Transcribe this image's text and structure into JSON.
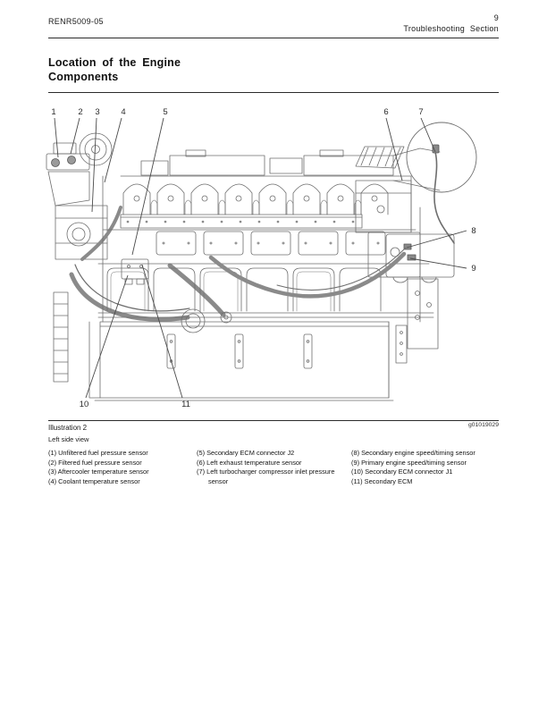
{
  "header": {
    "doc_number": "RENR5009-05",
    "page_number": "9",
    "section": "Troubleshooting Section"
  },
  "title": "Location of the Engine Components",
  "illustration": {
    "caption": "Illustration 2",
    "figure_id": "g01019029",
    "view_label": "Left side view",
    "callout_labels": [
      "1",
      "2",
      "3",
      "4",
      "5",
      "6",
      "7",
      "8",
      "9",
      "10",
      "11"
    ]
  },
  "legend": {
    "columns": [
      {
        "items": [
          "(1) Unfiltered fuel pressure sensor",
          "(2) Filtered fuel pressure sensor",
          "(3) Aftercooler temperature sensor",
          "(4) Coolant temperature sensor"
        ]
      },
      {
        "items": [
          "(5) Secondary ECM connector J2",
          "(6) Left exhaust temperature sensor",
          "(7) Left turbocharger compressor inlet pressure sensor"
        ]
      },
      {
        "items": [
          "(8) Secondary engine speed/timing sensor",
          "(9) Primary engine speed/timing sensor",
          "(10) Secondary ECM connector J1",
          "(11) Secondary ECM"
        ]
      }
    ]
  }
}
